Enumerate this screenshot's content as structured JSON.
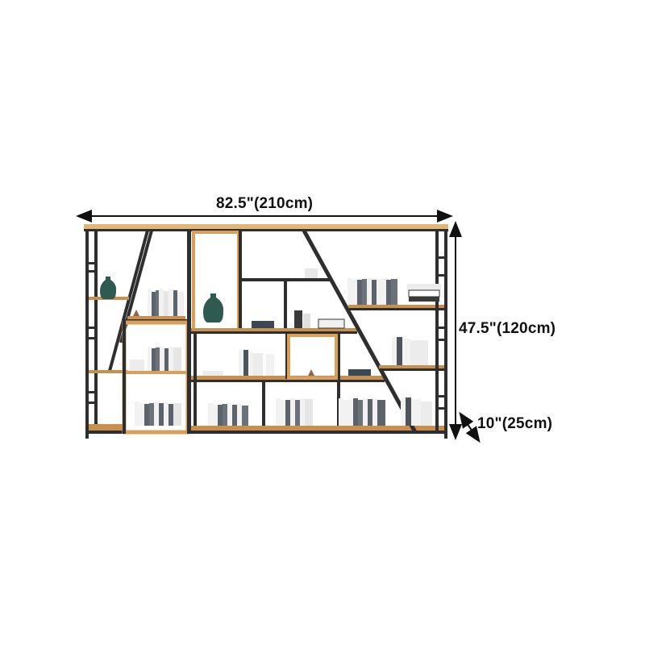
{
  "product": {
    "type": "bookshelf",
    "description": "Wide asymmetric wood-and-black-metal bookshelf with diagonal supports",
    "colors": {
      "wood": "#d9a05b",
      "wood_light": "#e8b878",
      "metal": "#2e2e2e",
      "book_gray": "#5c636b",
      "book_white": "#f2f2f2",
      "vase": "#2f5a52"
    }
  },
  "dimensions": {
    "width": "82.5\"(210cm)",
    "height": "47.5\"(120cm)",
    "depth": "10\"(25cm)"
  }
}
